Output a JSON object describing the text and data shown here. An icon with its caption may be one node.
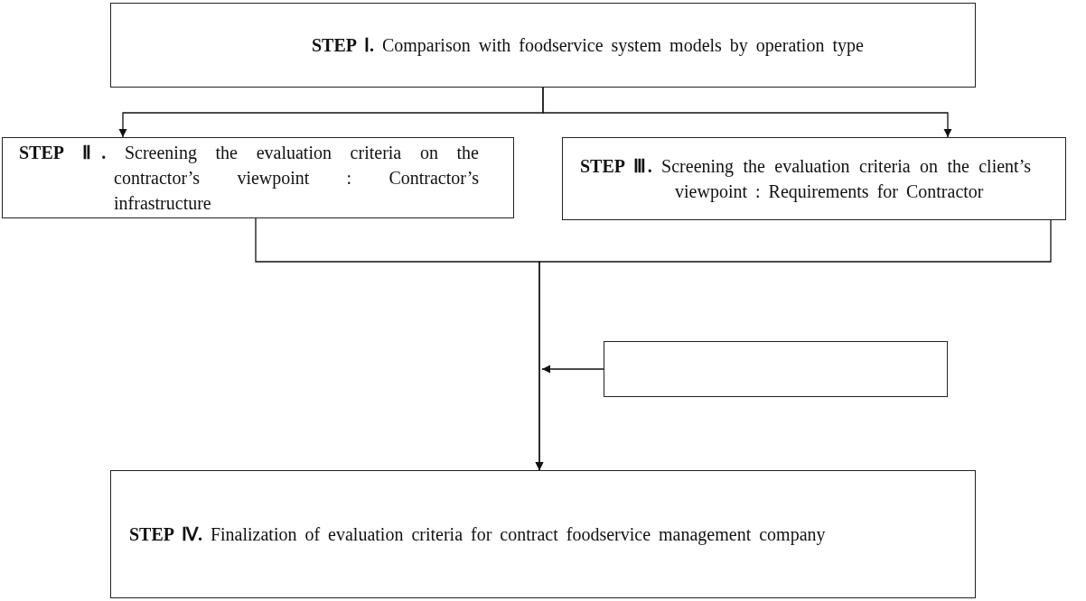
{
  "diagram": {
    "nodes": [
      {
        "text": [
          "**STEP Ⅰ.** Comparison with foodservice system models by operation type"
        ]
      },
      {
        "text": [
          "**STEP Ⅱ.** Screening the evaluation criteria on the contractor’s viewpoint : Contractor’s infrastructure"
        ]
      },
      {
        "text": [
          "**STEP Ⅲ.** Screening the evaluation criteria on the client’s viewpoint : Requirements for Contractor"
        ]
      },
      {
        "text": [
          "**STEP Ⅳ.** Finalization of evaluation criteria for contract foodservice management company"
        ]
      },
      {
        "text": [],
        "shape": "box"
      }
    ],
    "edges": [
      {
        "from": 0,
        "to": 1,
        "arrow": "to"
      },
      {
        "from": 0,
        "to": 2,
        "arrow": "to"
      },
      {
        "from": 1,
        "to": 3,
        "arrow": "to"
      },
      {
        "from": 2,
        "to": 3,
        "arrow": "to"
      },
      {
        "from": 4,
        "to": null,
        "arrow": "to"
      }
    ]
  }
}
